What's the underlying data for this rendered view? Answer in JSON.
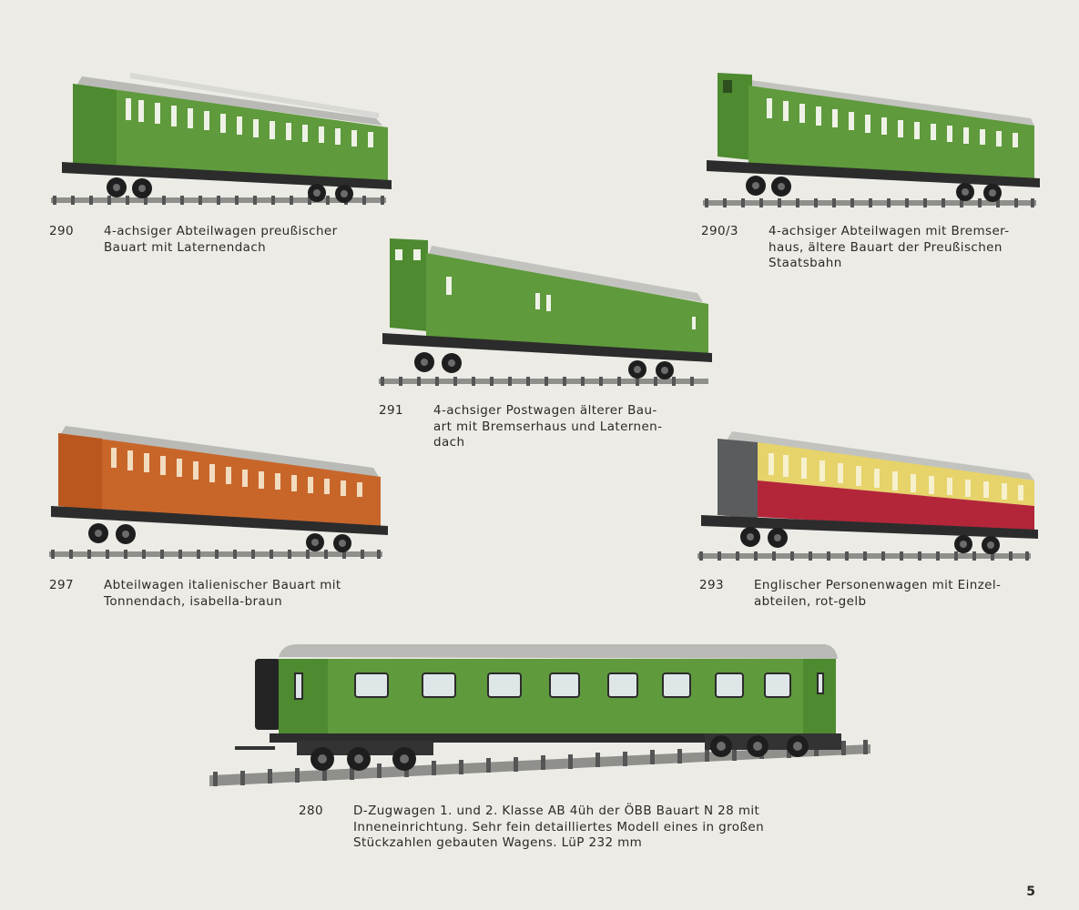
{
  "page_number": "5",
  "colors": {
    "page_bg": "#ecebe6",
    "green": "#5f9a3c",
    "orange_brown": "#c8662a",
    "red": "#b3263a",
    "yellow": "#e6d36a",
    "roof_grey": "#b9bab6"
  },
  "items": [
    {
      "number": "290",
      "description": "4-achsiger Abteilwagen preußischer\nBauart mit Laternendach"
    },
    {
      "number": "290/3",
      "description": "4-achsiger Abteilwagen mit Bremser-\nhaus, ältere Bauart der Preußischen\nStaatsbahn"
    },
    {
      "number": "291",
      "description": "4-achsiger Postwagen älterer Bau-\nart mit Bremserhaus und Laternen-\ndach"
    },
    {
      "number": "297",
      "description": "Abteilwagen italienischer Bauart mit\nTonnendach, isabella-braun"
    },
    {
      "number": "293",
      "description": "Englischer Personenwagen mit Einzel-\nabteilen, rot-gelb"
    },
    {
      "number": "280",
      "description": "D-Zugwagen 1. und 2. Klasse AB 4üh der ÖBB Bauart N 28 mit\nInneneinrichtung. Sehr fein detailliertes Modell eines in großen\nStückzahlen gebauten Wagens. LüP 232 mm"
    }
  ]
}
